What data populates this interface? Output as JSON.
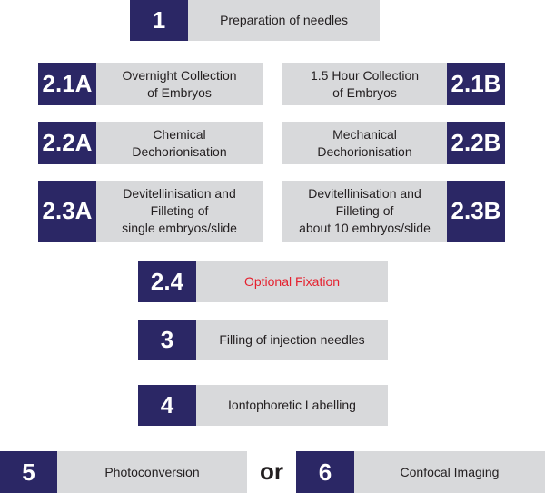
{
  "steps": {
    "s1": {
      "num": "1",
      "label": "Preparation of needles"
    },
    "s21a": {
      "num": "2.1A",
      "label": "Overnight Collection\nof Embryos"
    },
    "s21b": {
      "num": "2.1B",
      "label": "1.5 Hour Collection\nof Embryos"
    },
    "s22a": {
      "num": "2.2A",
      "label": "Chemical\nDechorionisation"
    },
    "s22b": {
      "num": "2.2B",
      "label": "Mechanical\nDechorionisation"
    },
    "s23a": {
      "num": "2.3A",
      "label": "Devitellinisation and\nFilleting of\nsingle embryos/slide"
    },
    "s23b": {
      "num": "2.3B",
      "label": "Devitellinisation and\nFilleting of\nabout 10 embryos/slide"
    },
    "s24": {
      "num": "2.4",
      "label": "Optional Fixation"
    },
    "s3": {
      "num": "3",
      "label": "Filling of injection needles"
    },
    "s4": {
      "num": "4",
      "label": "Iontophoretic Labelling"
    },
    "s5": {
      "num": "5",
      "label": "Photoconversion"
    },
    "s6": {
      "num": "6",
      "label": "Confocal Imaging"
    }
  },
  "connector": "or",
  "colors": {
    "number_box": "#2b2765",
    "label_box": "#d8d9db",
    "optional_text": "#e5202e"
  }
}
